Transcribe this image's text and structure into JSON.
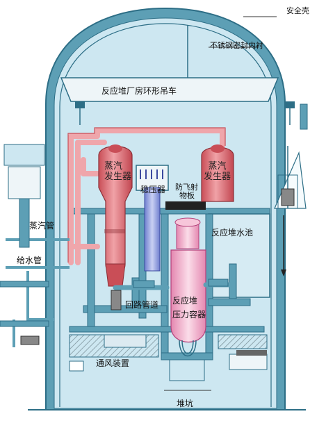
{
  "labels": {
    "containment": "安全壳",
    "steel_liner": "不锈钢密封内衬",
    "crane": "反应堆厂房环形吊车",
    "sg_left_1": "蒸汽",
    "sg_left_2": "发生器",
    "sg_right_1": "蒸汽",
    "sg_right_2": "发生器",
    "pressurizer": "稳压器",
    "missile_1": "防飞射",
    "missile_2": "物板",
    "pool": "反应堆水池",
    "steam_pipe": "蒸汽管",
    "feed_pipe": "给水管",
    "loop_pipe": "回路管道",
    "vessel_1": "反应堆",
    "vessel_2": "压力容器",
    "ventilation": "通风装置",
    "cavity": "堆坑"
  },
  "colors": {
    "containment_fill": "#cde7f1",
    "wall": "#5d9fb5",
    "wall_dark": "#2d6e86",
    "steam_gen": "#e8868c",
    "pipe_pink": "#efa6ab",
    "pressurizer": "#aab4e6",
    "vessel": "#f3b3cf",
    "structure": "#dceaf1"
  }
}
